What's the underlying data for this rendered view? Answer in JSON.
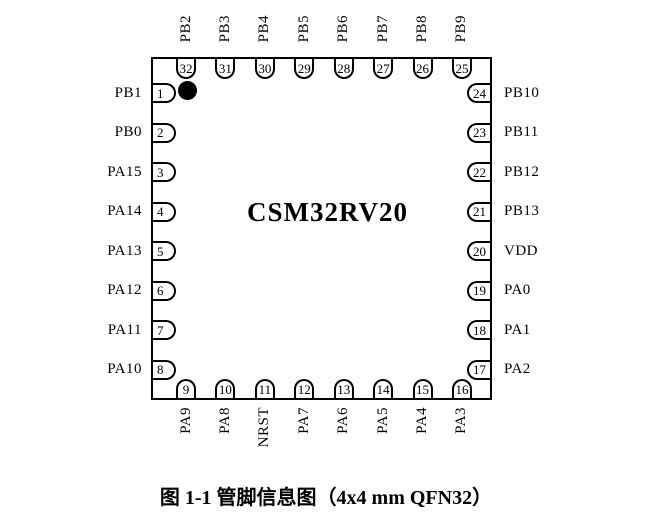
{
  "chip": {
    "name": "CSM32RV20",
    "package": "QFN32",
    "pin1_marker": "filled-circle"
  },
  "pins": {
    "top": [
      {
        "number": "32",
        "label": "PB2"
      },
      {
        "number": "31",
        "label": "PB3"
      },
      {
        "number": "30",
        "label": "PB4"
      },
      {
        "number": "29",
        "label": "PB5"
      },
      {
        "number": "28",
        "label": "PB6"
      },
      {
        "number": "27",
        "label": "PB7"
      },
      {
        "number": "26",
        "label": "PB8"
      },
      {
        "number": "25",
        "label": "PB9"
      }
    ],
    "left": [
      {
        "number": "1",
        "label": "PB1"
      },
      {
        "number": "2",
        "label": "PB0"
      },
      {
        "number": "3",
        "label": "PA15"
      },
      {
        "number": "4",
        "label": "PA14"
      },
      {
        "number": "5",
        "label": "PA13"
      },
      {
        "number": "6",
        "label": "PA12"
      },
      {
        "number": "7",
        "label": "PA11"
      },
      {
        "number": "8",
        "label": "PA10"
      }
    ],
    "right": [
      {
        "number": "24",
        "label": "PB10"
      },
      {
        "number": "23",
        "label": "PB11"
      },
      {
        "number": "22",
        "label": "PB12"
      },
      {
        "number": "21",
        "label": "PB13"
      },
      {
        "number": "20",
        "label": "VDD"
      },
      {
        "number": "19",
        "label": "PA0"
      },
      {
        "number": "18",
        "label": "PA1"
      },
      {
        "number": "17",
        "label": "PA2"
      }
    ],
    "bottom": [
      {
        "number": "9",
        "label": "PA9"
      },
      {
        "number": "10",
        "label": "PA8"
      },
      {
        "number": "11",
        "label": "NRST"
      },
      {
        "number": "12",
        "label": "PA7"
      },
      {
        "number": "13",
        "label": "PA6"
      },
      {
        "number": "14",
        "label": "PA5"
      },
      {
        "number": "15",
        "label": "PA4"
      },
      {
        "number": "16",
        "label": "PA3"
      }
    ]
  },
  "caption": "图 1-1 管脚信息图（4x4 mm QFN32）",
  "colors": {
    "ink": "#000000",
    "paper": "#ffffff"
  }
}
